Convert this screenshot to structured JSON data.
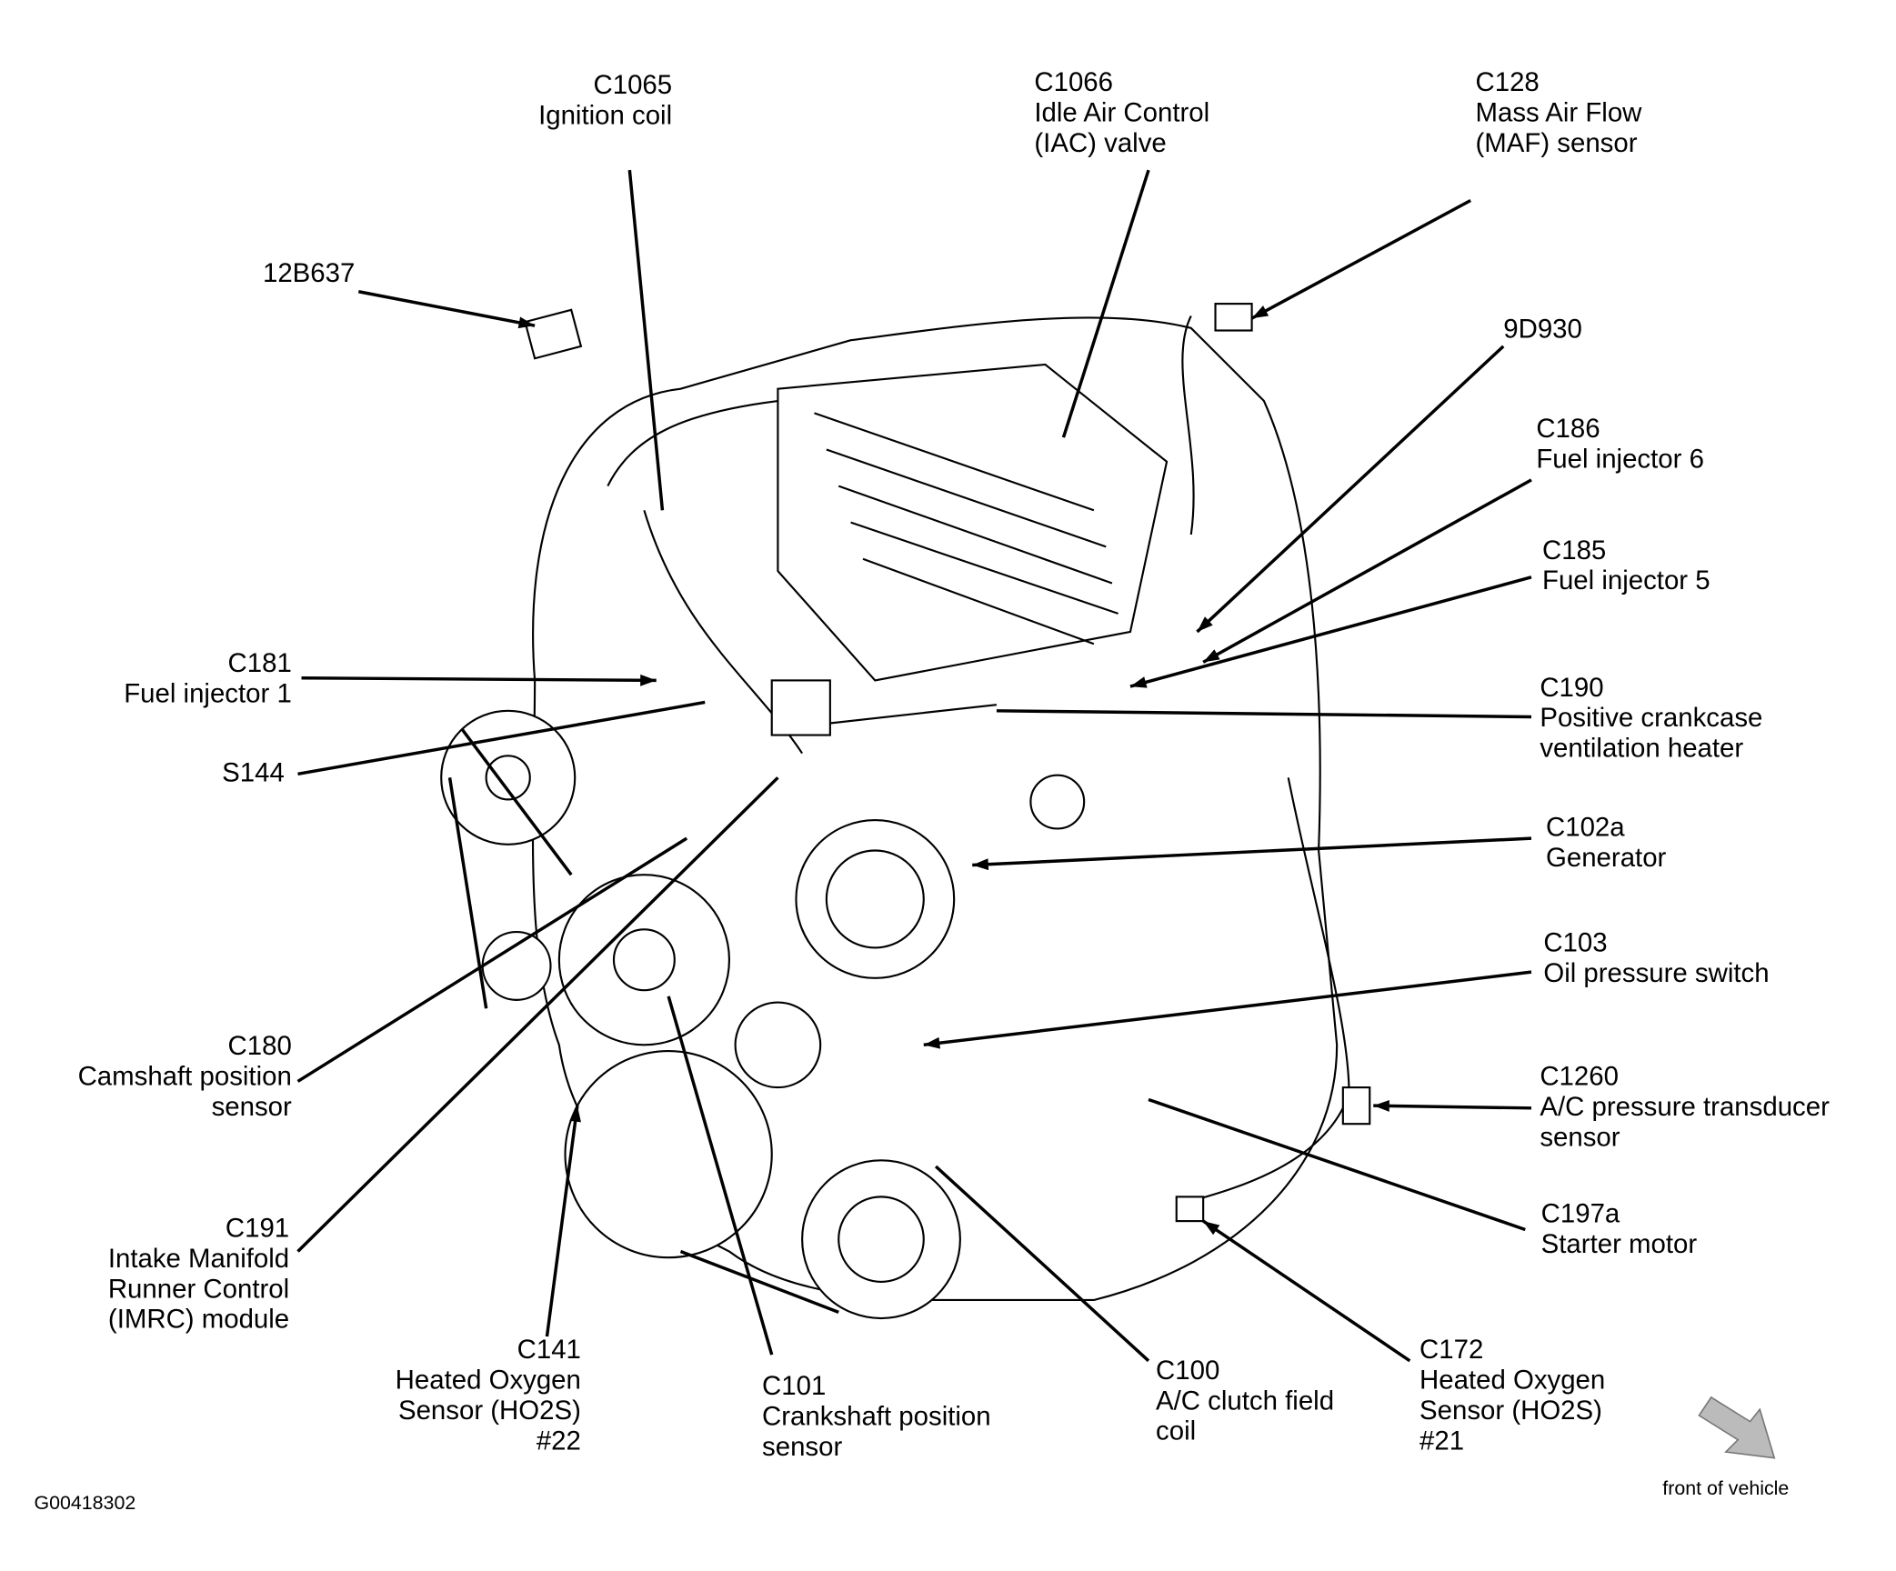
{
  "figure_id": "G00418302",
  "orientation_label": "front of vehicle",
  "labels": [
    {
      "id": "c1065",
      "lines": [
        "C1065",
        "Ignition coil"
      ]
    },
    {
      "id": "c1066",
      "lines": [
        "C1066",
        "Idle Air Control",
        "(IAC) valve"
      ]
    },
    {
      "id": "c128",
      "lines": [
        "C128",
        "Mass Air Flow",
        "(MAF) sensor"
      ]
    },
    {
      "id": "12b637",
      "lines": [
        "12B637"
      ]
    },
    {
      "id": "9d930",
      "lines": [
        "9D930"
      ]
    },
    {
      "id": "c186",
      "lines": [
        "C186",
        "Fuel injector 6"
      ]
    },
    {
      "id": "c185",
      "lines": [
        "C185",
        "Fuel injector 5"
      ]
    },
    {
      "id": "c190",
      "lines": [
        "C190",
        "Positive crankcase",
        "ventilation heater"
      ]
    },
    {
      "id": "c181",
      "lines": [
        "C181",
        "Fuel injector 1"
      ]
    },
    {
      "id": "s144",
      "lines": [
        "S144"
      ]
    },
    {
      "id": "c102a",
      "lines": [
        "C102a",
        "Generator"
      ]
    },
    {
      "id": "c103",
      "lines": [
        "C103",
        "Oil pressure switch"
      ]
    },
    {
      "id": "c1260",
      "lines": [
        "C1260",
        "A/C pressure transducer",
        "sensor"
      ]
    },
    {
      "id": "c197a",
      "lines": [
        "C197a",
        "Starter motor"
      ]
    },
    {
      "id": "c172",
      "lines": [
        "C172",
        "Heated Oxygen",
        "Sensor (HO2S)",
        "#21"
      ]
    },
    {
      "id": "c100",
      "lines": [
        "C100",
        "A/C clutch field",
        "coil"
      ]
    },
    {
      "id": "c101",
      "lines": [
        "C101",
        "Crankshaft position",
        "sensor"
      ]
    },
    {
      "id": "c141",
      "lines": [
        "C141",
        "Heated Oxygen",
        "Sensor (HO2S)",
        "#22"
      ]
    },
    {
      "id": "c191",
      "lines": [
        "C191",
        "Intake Manifold",
        "Runner Control",
        "(IMRC) module"
      ]
    },
    {
      "id": "c180",
      "lines": [
        "C180",
        "Camshaft position",
        "sensor"
      ]
    }
  ]
}
